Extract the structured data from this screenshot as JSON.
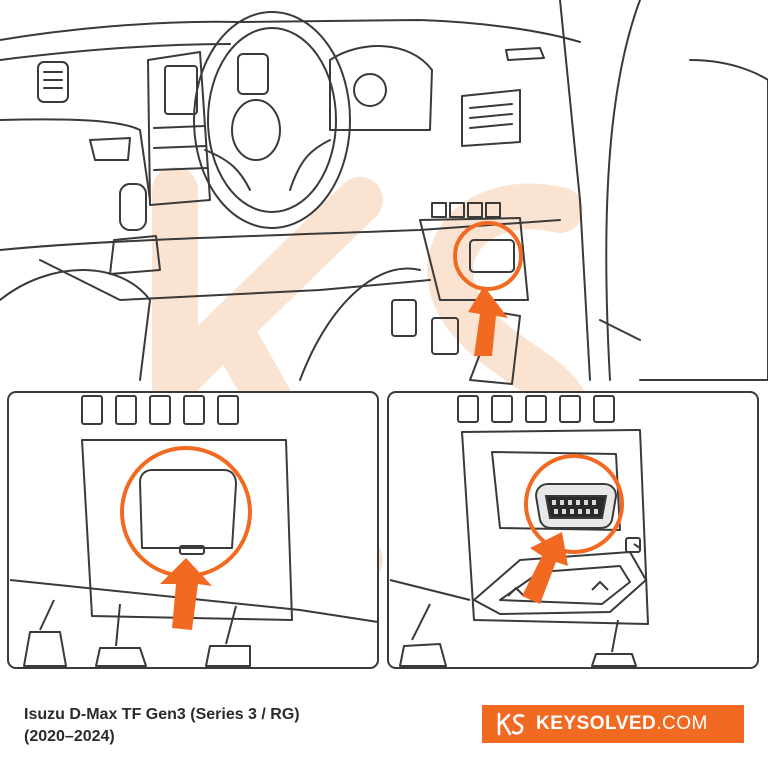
{
  "caption": {
    "line1": "Isuzu D-Max TF Gen3 (Series 3 / RG)",
    "line2": "(2020–2024)"
  },
  "brand": {
    "name": "KEYSOLVED",
    "suffix": ".COM",
    "logo_icon": "ks-logo-icon",
    "color": "#f26a21"
  },
  "colors": {
    "highlight": "#f26a21",
    "line_art": "#3a3a3a",
    "watermark": "#fbe3d2"
  }
}
